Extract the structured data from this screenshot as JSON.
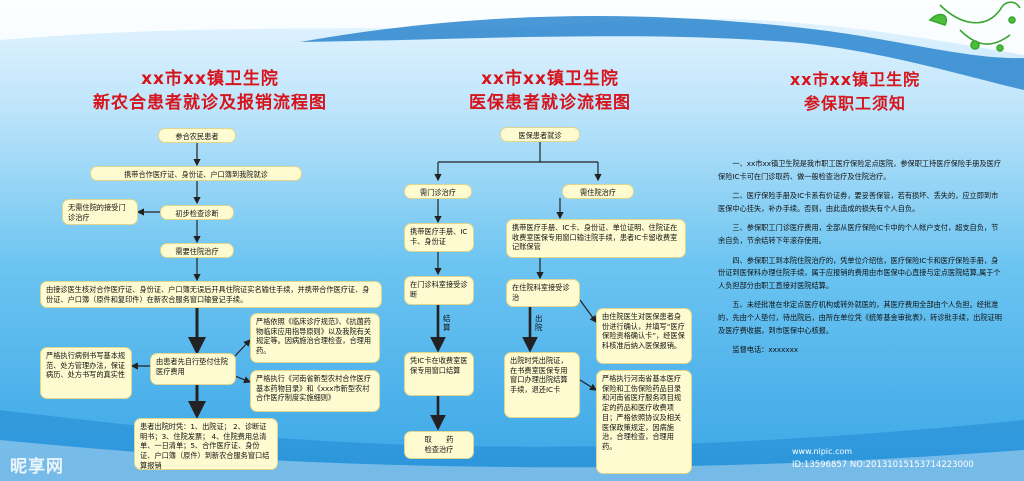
{
  "titles": {
    "left_1": "xx市xx镇卫生院",
    "left_2": "新农合患者就诊及报销流程图",
    "middle_1": "xx市xx镇卫生院",
    "middle_2": "医保患者就诊流程图",
    "right_1": "xx市xx镇卫生院",
    "right_2": "参保职工须知"
  },
  "left_flow": {
    "start": "参合农民患者",
    "step_bring_docs": "携带合作医疗证、身份证、户口簿到我院就诊",
    "no_inpatient": "无需住院的接受门诊治疗",
    "initial_check": "初步检查诊断",
    "need_inpatient": "需要住院治疗",
    "verify": "由接诊医生核对合作医疗证、身份证、户口簿无误后开具住院证实名输住手续，并携带合作医疗证、身份证、户口簿（原件和复印件）在新农合服务窗口输登记手续。",
    "records": "严格执行病例书写基本规范、处方管理办法，保证病历、处方书写的真实性",
    "prepay": "由患者先自行垫付住院医疗费用",
    "basis": "严格依照《临床诊疗规范》、《抗菌药物临床应用指导原则》以及我院有关规定等。因病施治合理检查，合理用药。",
    "catalog": "严格执行《河南省新型农村合作医疗基本药物目录》和《xxx市新型农村合作医疗制度实施细则》",
    "discharge": "患者出院时凭：1、出院证； 2、诊断证明书；3、住院发票； 4、住院费用总清单、一日清单；5、合作医疗证、身份证、户口簿（原件）到新农合服务窗口结算报销"
  },
  "middle_flow": {
    "start": "医保患者就诊",
    "outpatient": "需门诊治疗",
    "inpatient": "需住院治疗",
    "out_docs": "携带医疗手册、IC卡、身份证",
    "in_docs": "携带医疗手册、IC卡、身份证、单位证明、住院证在收费室医保专用窗口输注院手续，患者IC卡留收费室记账保管",
    "out_room": "在门诊科室接受诊断",
    "in_room": "在住院科室接受诊治",
    "settle_label": "结算",
    "discharge_label": "出院",
    "out_settle": "凭IC卡在收费室医保专用窗口结算",
    "in_settle": "出院时凭出院证，在书费室医保专用窗口办理出院结算手续，退还IC卡",
    "out_end": "取　　药\n检查治疗",
    "identity": "由住院医生对医保患者身份进行确认，并填写“医疗保险资格确认卡”，经医保科核准后纳入医保报销。",
    "rules": "严格执行河南省基本医疗保险和工伤保险药品目录和河南省医疗服务项目规定的药品和医疗收费项目；严格依照协议及相关医保政策规定，因病施治，合理检查，合理用药。"
  },
  "notice": {
    "p1": "一、xx市xx镇卫生院是我市职工医疗保险定点医院，参保职工持医疗保险手册及医疗保险IC卡可在门诊取药、做一般检查治疗及住院治疗。",
    "p2": "二、医疗保险手册及IC卡系有价证券，要妥善保管，若有损坏、丢失的，应立即到市医保中心挂失，补办手续。否则，由此造成的损失有个人自负。",
    "p3": "三、参保职工门诊医疗费用，全部从医疗保险IC卡中的个人帐户支付，超支自负，节余自负，节余结转下年滚存使用。",
    "p4": "四、参保职工到本院住院治疗的，凭单位介绍信，医疗保险IC卡和医疗保险手册，身份证到医保科办理住院手续，属于应报销的费用由市医保中心直接与定点医院结算,属于个人负担部分由职工直接对医院结算。",
    "p5": "五、未经批准在非定点医疗机构或转外就医的，其医疗费用全部由个人负担。经批准的，先由个人垫付，待出院后，由所在单位凭《统筹基金审批表》，转诊批手续，出院证明及医疗费收据，到市医保中心核报。",
    "phone": "监督电话：xxxxxxx"
  },
  "watermark": {
    "logo": "昵享网",
    "site": "www.nipic.com",
    "id": "ID:13596857 NO:20131015153714223000"
  }
}
